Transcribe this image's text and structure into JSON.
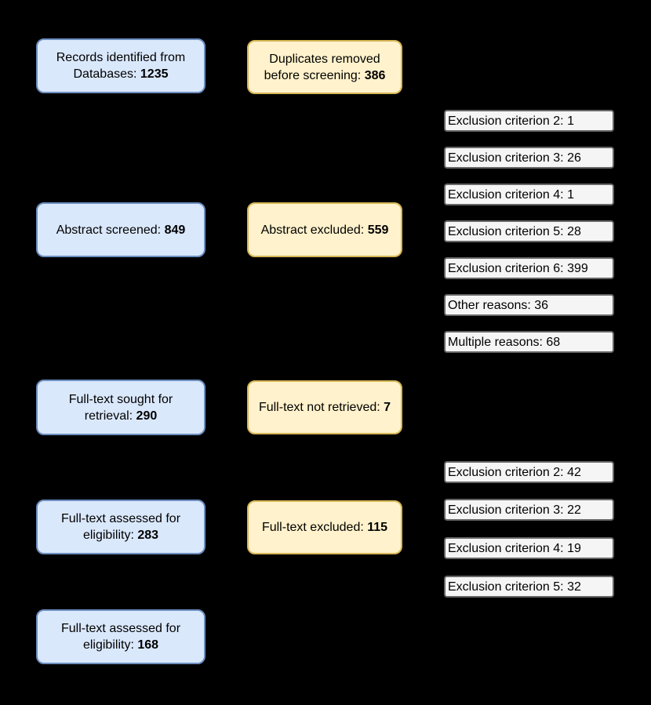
{
  "diagram": {
    "background_color": "#000000",
    "palette": {
      "screening_fill": "#dae8fc",
      "screening_border": "#6c8ebf",
      "excluded_fill": "#fff2cc",
      "excluded_border": "#d6b656",
      "reason_fill": "#f5f5f5",
      "reason_border": "#666666",
      "text_color": "#000000"
    },
    "screening_flow": [
      {
        "label": "Records identified from Databases: ",
        "value": "1235"
      },
      {
        "label": "Abstract screened: ",
        "value": "849"
      },
      {
        "label": "Full-text sought for retrieval: ",
        "value": "290"
      },
      {
        "label": "Full-text assessed for eligibility: ",
        "value": "283"
      },
      {
        "label": "Full-text assessed for eligibility: ",
        "value": "168"
      }
    ],
    "excluded_flow": [
      {
        "label": "Duplicates removed before screening: ",
        "value": "386"
      },
      {
        "label": "Abstract excluded: ",
        "value": "559"
      },
      {
        "label": "Full-text not retrieved: ",
        "value": "7"
      },
      {
        "label": "Full-text excluded: ",
        "value": "115"
      }
    ],
    "abstract_exclusion_reasons": [
      {
        "text": "Exclusion criterion 2: 1"
      },
      {
        "text": "Exclusion criterion 3: 26"
      },
      {
        "text": "Exclusion criterion 4: 1"
      },
      {
        "text": "Exclusion criterion 5: 28"
      },
      {
        "text": "Exclusion criterion 6: 399"
      },
      {
        "text": "Other reasons: 36"
      },
      {
        "text": "Multiple reasons: 68"
      }
    ],
    "fulltext_exclusion_reasons": [
      {
        "text": "Exclusion criterion 2: 42"
      },
      {
        "text": "Exclusion criterion 3: 22"
      },
      {
        "text": "Exclusion criterion 4: 19"
      },
      {
        "text": "Exclusion criterion 5: 32"
      }
    ]
  }
}
